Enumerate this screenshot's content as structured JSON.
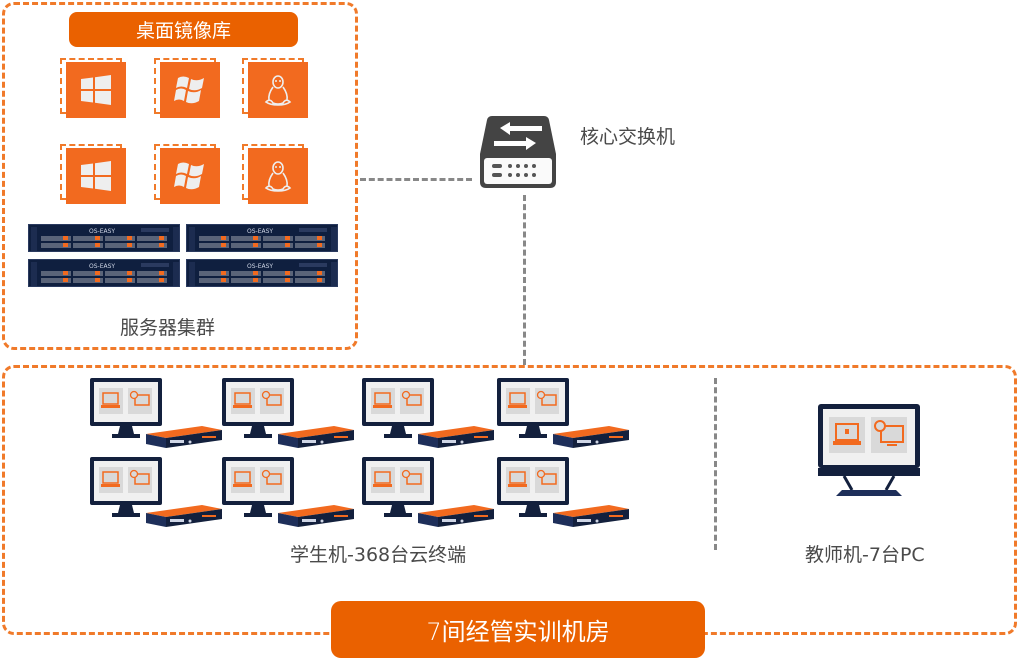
{
  "server_cluster": {
    "header": "桌面镜像库",
    "label": "服务器集群",
    "os_images": [
      {
        "icon": "windows-10-icon"
      },
      {
        "icon": "windows-7-icon"
      },
      {
        "icon": "linux-icon"
      },
      {
        "icon": "windows-10-icon"
      },
      {
        "icon": "windows-7-icon"
      },
      {
        "icon": "linux-icon"
      }
    ],
    "servers": [
      {
        "brand": "OS-EASY"
      },
      {
        "brand": "OS-EASY"
      },
      {
        "brand": "OS-EASY"
      },
      {
        "brand": "OS-EASY"
      }
    ]
  },
  "switch": {
    "label": "核心交换机",
    "icon": "network-switch-icon"
  },
  "classroom": {
    "title": "7间经管实训机房",
    "students_label": "学生机-368台云终端",
    "teacher_label": "教师机-7台PC",
    "student_terminal_count_shown": 8
  },
  "colors": {
    "accent": "#ea6100",
    "tile": "#f26a1f",
    "navy": "#13203d",
    "text": "#4a4a4a"
  }
}
